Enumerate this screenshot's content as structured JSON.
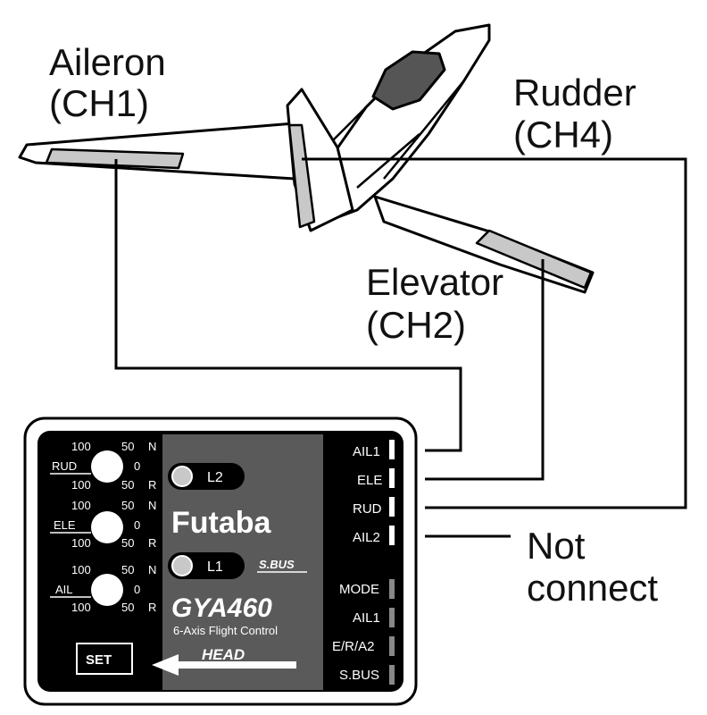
{
  "labels": {
    "aileron": [
      "Aileron",
      "(CH1)"
    ],
    "rudder": [
      "Rudder",
      "(CH4)"
    ],
    "elevator": [
      "Elevator",
      "(CH2)"
    ],
    "not_connect": [
      "Not",
      "connect"
    ]
  },
  "device": {
    "brand": "Futaba",
    "model": "GYA460",
    "subtitle": "6-Axis Flight Control",
    "sbus_logo": "S.BUS",
    "leds": [
      "L2",
      "L1"
    ],
    "set_button": "SET",
    "head_label": "HEAD",
    "top_ports": [
      "AIL1",
      "ELE",
      "RUD",
      "AIL2"
    ],
    "bottom_ports": [
      "MODE",
      "AIL1",
      "E/R/A2",
      "S.BUS"
    ],
    "dials": [
      {
        "name": "RUD",
        "top_left": "100",
        "top_right": "50",
        "top_side": "N",
        "center": "0",
        "bottom_left": "100",
        "bottom_right": "50",
        "bottom_side": "R"
      },
      {
        "name": "ELE",
        "top_left": "100",
        "top_right": "50",
        "top_side": "N",
        "center": "0",
        "bottom_left": "100",
        "bottom_right": "50",
        "bottom_side": "R"
      },
      {
        "name": "AIL",
        "top_left": "100",
        "top_right": "50",
        "top_side": "N",
        "center": "0",
        "bottom_left": "100",
        "bottom_right": "50",
        "bottom_side": "R"
      }
    ]
  },
  "colors": {
    "panel": "#5a5a5a",
    "device_body": "#000000",
    "surface": "#c8c8c8",
    "canopy": "#555555"
  }
}
